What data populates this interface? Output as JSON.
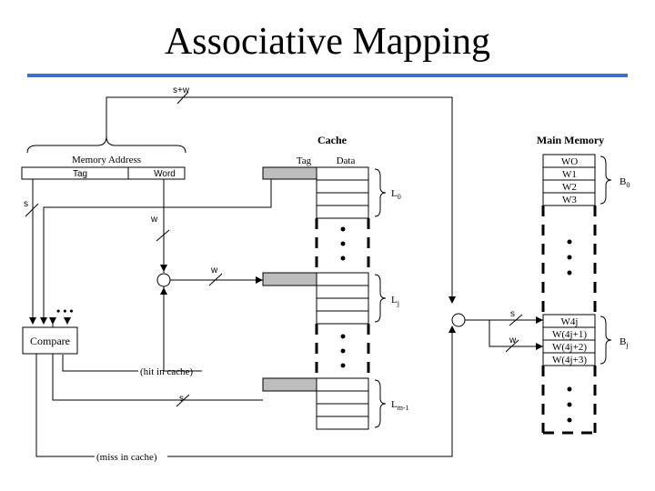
{
  "title": "Associative Mapping",
  "diagram": {
    "top_bus_label": "s+w",
    "memory_address": {
      "label": "Memory Address",
      "tag": "Tag",
      "word": "Word"
    },
    "cache": {
      "title": "Cache",
      "tag_header": "Tag",
      "data_header": "Data",
      "line_first": "L",
      "line_first_sub": "0",
      "line_mid": "L",
      "line_mid_sub": "j",
      "line_last": "L",
      "line_last_sub": "m-1"
    },
    "wire_labels": {
      "s_left": "s",
      "w_tag": "w",
      "w_mid": "w",
      "s_bottom": "s",
      "s_right": "s",
      "w_right": "w"
    },
    "compare": "Compare",
    "ellipsis": "• • •",
    "hit": "(hit in cache)",
    "miss": "(miss in cache)",
    "main_memory": {
      "title": "Main Memory",
      "block0_words": [
        "WO",
        "W1",
        "W2",
        "W3"
      ],
      "blockj_words": [
        "W4j",
        "W(4j+1)",
        "W(4j+2)",
        "W(4j+3)"
      ],
      "block0_label": "B",
      "block0_sub": "0",
      "blockj_label": "B",
      "blockj_sub": "j"
    }
  }
}
